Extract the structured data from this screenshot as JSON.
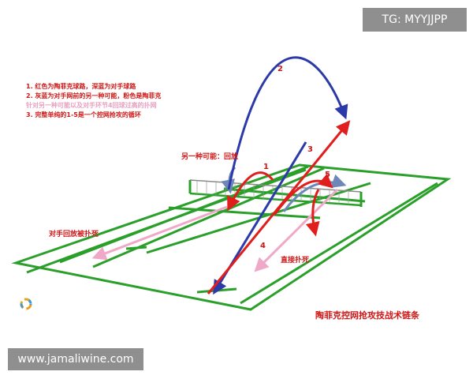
{
  "watermark": {
    "tag": "TG: MYYJJPP",
    "url": "www.jamaliwine.com"
  },
  "notes": [
    {
      "text": "1. 红色为陶菲克球路，深蓝为对手球路",
      "color": "#d01818"
    },
    {
      "text": "2. 灰蓝为对手网前的另一种可能，粉色是陶菲克",
      "color": "#d01818"
    },
    {
      "text": "针对另一种可能以及对手环节4回球过高的扑网",
      "color": "#e8a0c0"
    },
    {
      "text": "3. 完整单纯的1-5是一个控网抢攻的循环",
      "color": "#d01818"
    }
  ],
  "labels": {
    "alt_possibility": "另一种可能：回放",
    "opponent_kill": "对手回放被扑死",
    "direct_kill": "直接扑死",
    "caption": "陶菲克控网抢攻技战术链条"
  },
  "shot_numbers": [
    "1",
    "2",
    "3",
    "4",
    "5"
  ],
  "colors": {
    "court_line": "#2aa02a",
    "red_path": "#e01e1e",
    "blue_path": "#2b3aa8",
    "grey_blue_path": "#6e86b8",
    "pink_path": "#f0a8c8",
    "text_red": "#d01818"
  }
}
